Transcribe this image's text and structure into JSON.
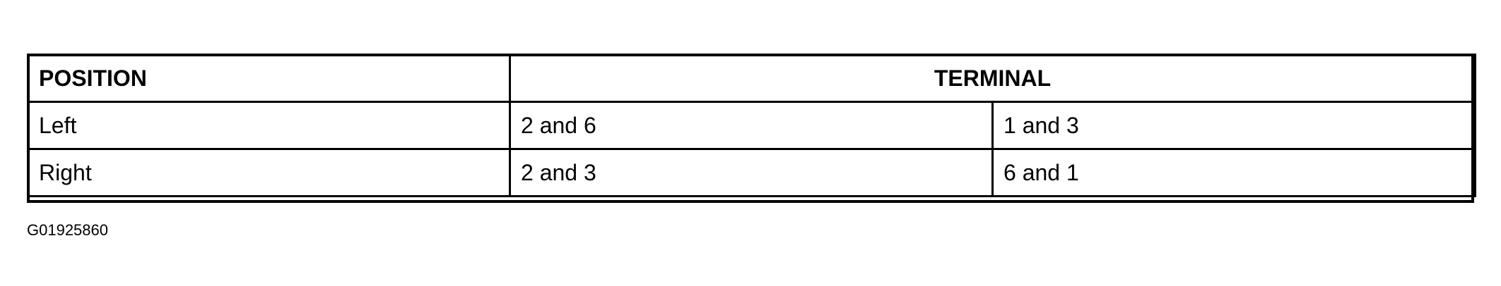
{
  "table": {
    "headers": {
      "position": "POSITION",
      "terminal": "TERMINAL"
    },
    "rows": [
      {
        "position": "Left",
        "terminal_a": "2 and 6",
        "terminal_b": "1 and 3"
      },
      {
        "position": "Right",
        "terminal_a": "2 and 3",
        "terminal_b": "6 and 1"
      }
    ]
  },
  "figure_code": "G01925860"
}
